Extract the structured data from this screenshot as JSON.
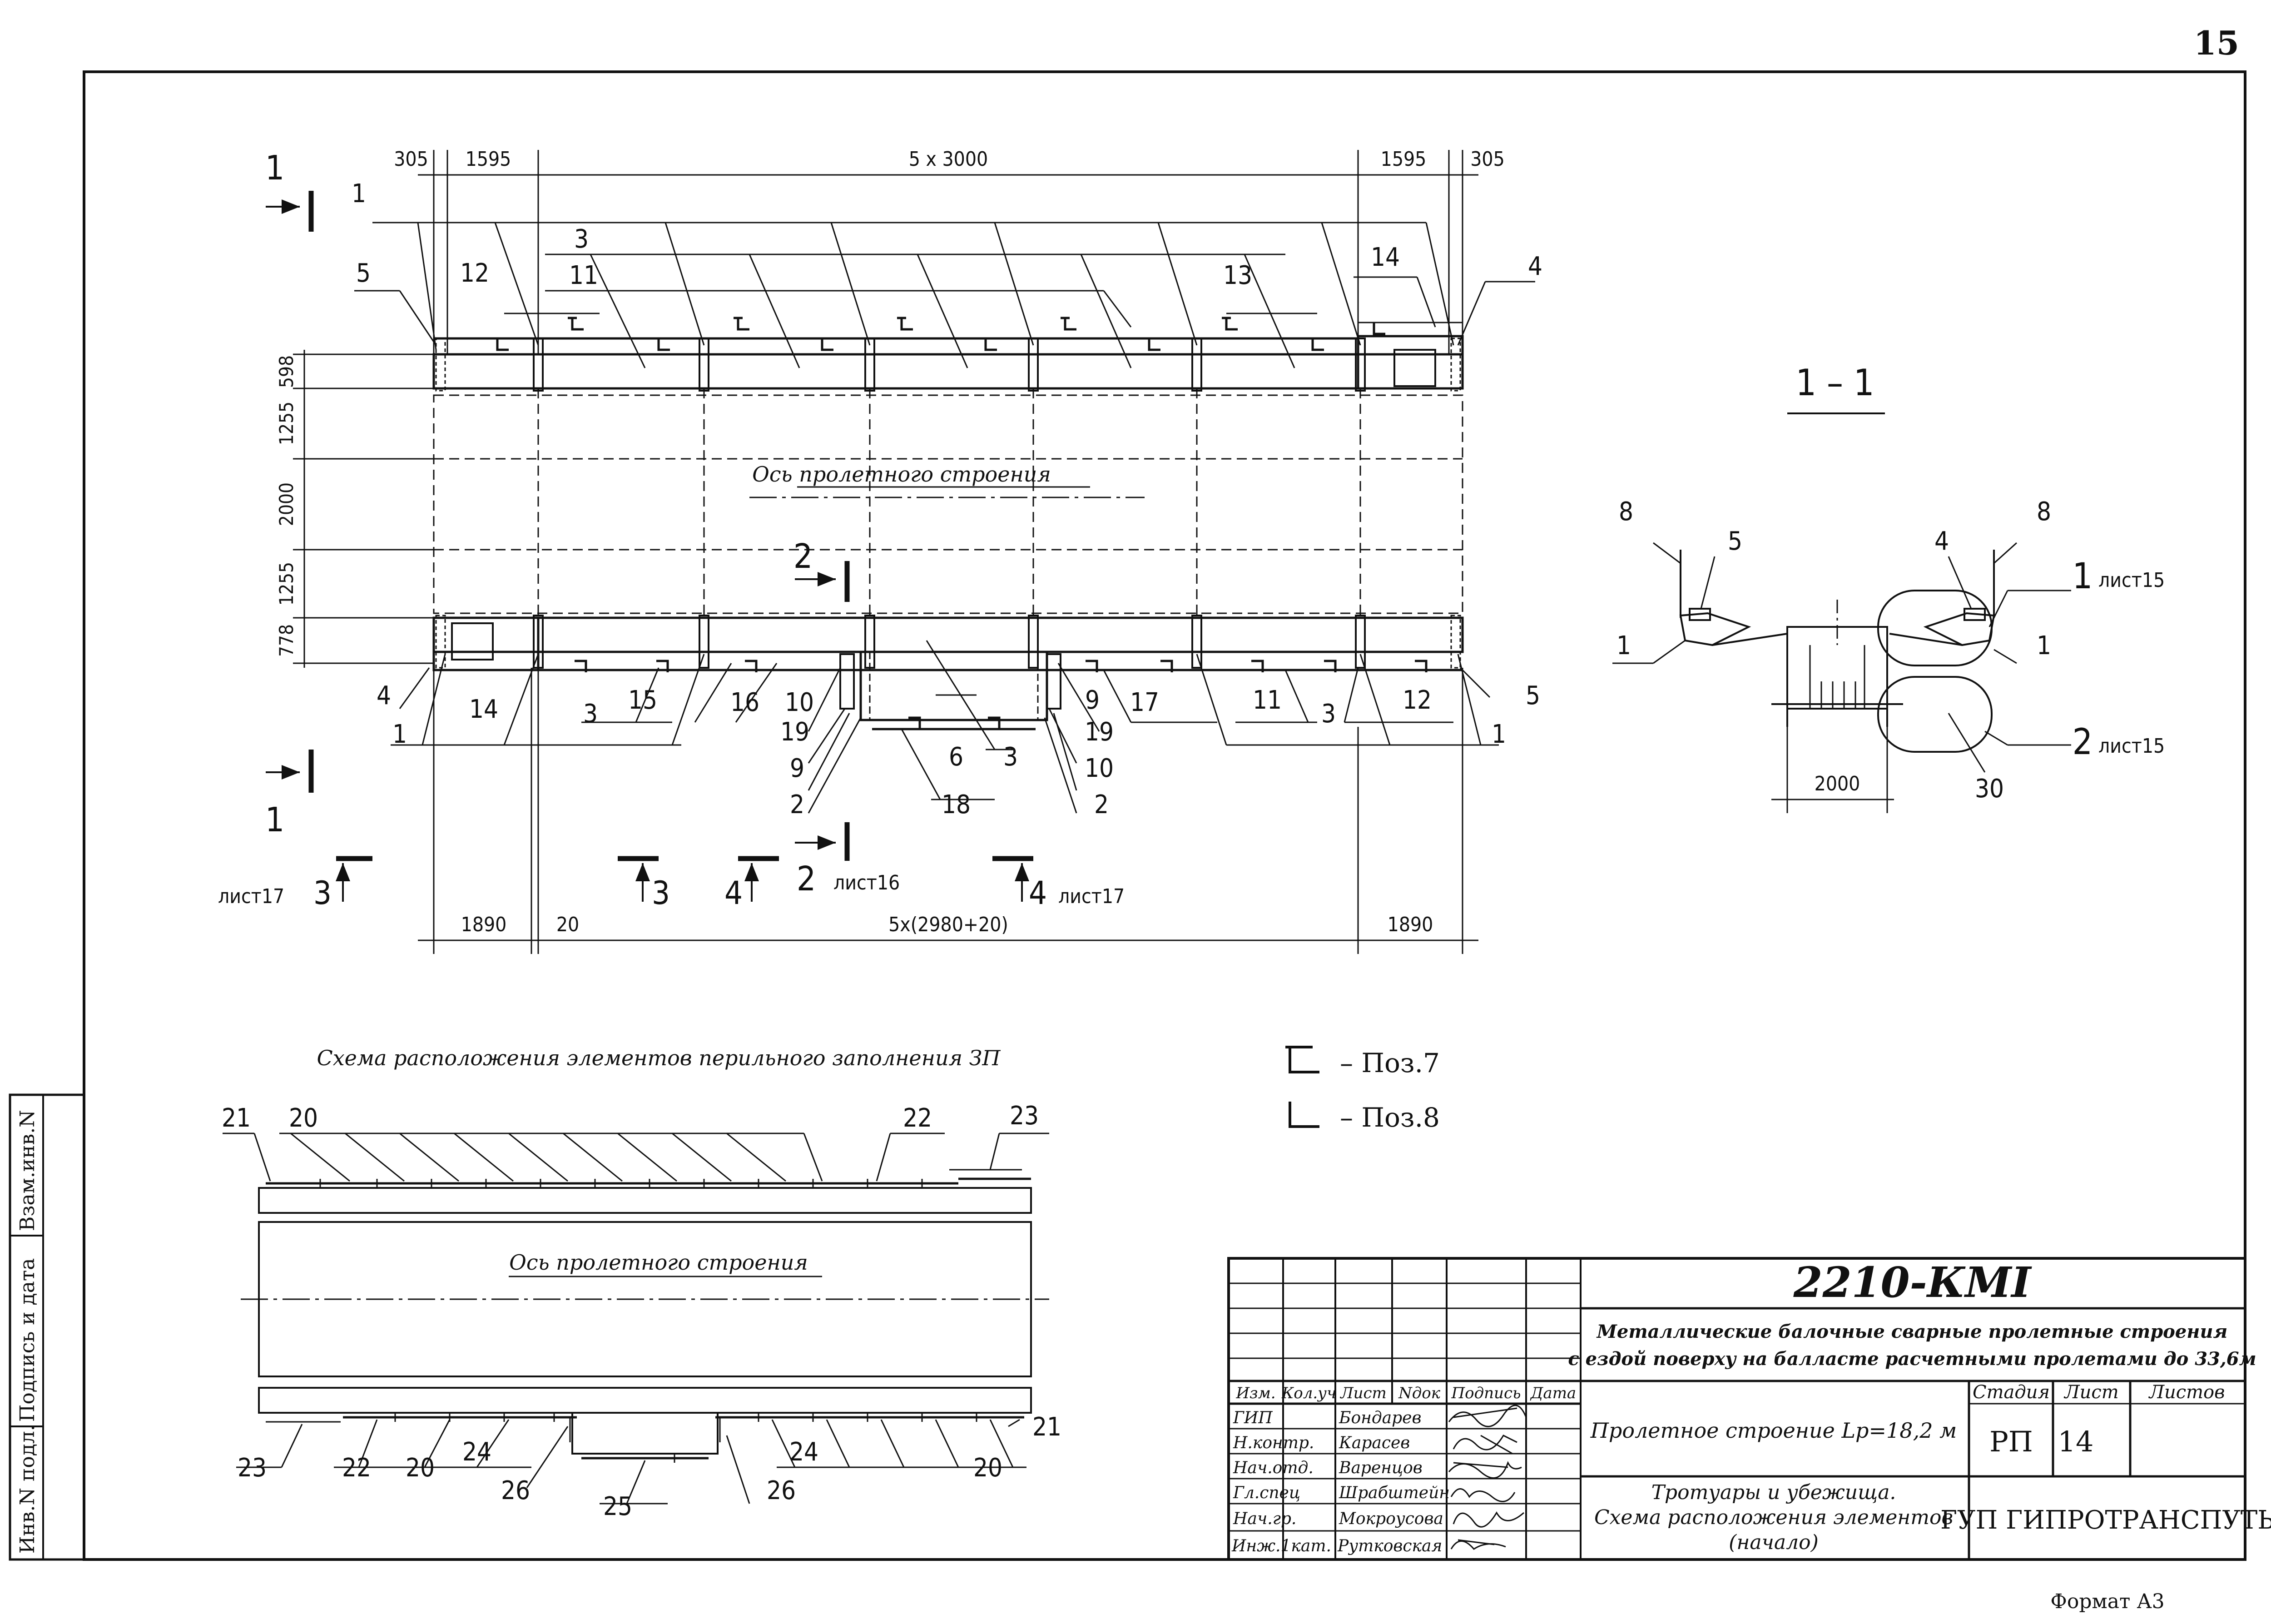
{
  "sheet": {
    "page_number": "15",
    "format": "Формат А3"
  },
  "plan": {
    "dims_top": [
      "305",
      "1595",
      "5 x 3000",
      "1595",
      "305"
    ],
    "dims_left": [
      "598",
      "1255",
      "2000",
      "1255",
      "778"
    ],
    "dims_bottom": [
      "1890",
      "20",
      "5x(2980+20)",
      "1890"
    ],
    "axis_label": "Ось пролетного строения",
    "callouts_top": [
      "1",
      "5",
      "12",
      "3",
      "11",
      "13",
      "14",
      "4"
    ],
    "callouts_bottom": [
      "4",
      "1",
      "14",
      "3",
      "15",
      "16",
      "10",
      "19",
      "9",
      "2",
      "6",
      "3",
      "18",
      "9",
      "19",
      "10",
      "2",
      "17",
      "11",
      "3",
      "12",
      "5",
      "1"
    ],
    "section_1_top": "1",
    "section_1_bottom": "1",
    "section_2_top": "2",
    "section_2_bottom": "2",
    "section_2_sheet": "лист16",
    "section_3_left": "3",
    "section_3_sheet": "лист17",
    "section_3_mid": "3",
    "section_4_left": "4",
    "section_4_right": "4",
    "section_4_sheet": "лист17"
  },
  "section11": {
    "title": "1 – 1",
    "labels": [
      "8",
      "5",
      "4",
      "8",
      "1",
      "1",
      "30",
      "1",
      "2"
    ],
    "ref1_num": "1",
    "ref1_sheet": "лист15",
    "ref2_num": "2",
    "ref2_sheet": "лист15",
    "dim": "2000"
  },
  "legend": {
    "items": [
      {
        "symbol": "T-angle",
        "text": "– Поз.7"
      },
      {
        "symbol": "L-angle",
        "text": "– Поз.8"
      }
    ]
  },
  "railing_scheme": {
    "title": "Схема расположения элементов перильного заполнения ЗП",
    "axis_label": "Ось пролетного строения",
    "labels_top": [
      "21",
      "20",
      "22",
      "23"
    ],
    "labels_bottom": [
      "23",
      "22",
      "20",
      "24",
      "26",
      "25",
      "26",
      "24",
      "20",
      "21"
    ]
  },
  "side_stamp": {
    "labels": [
      "Инв.N подл.",
      "Подпись и дата",
      "Взам.инв.N"
    ]
  },
  "title_block": {
    "code": "2210-КМI",
    "project_line1": "Металлические балочные сварные пролетные строения",
    "project_line2": "с ездой поверху на балласте расчетными пролетами до 33,6м",
    "object": "Пролетное строение Lр=18,2 м",
    "sheet_title_line1": "Тротуары и убежища.",
    "sheet_title_line2": "Схема расположения элементов",
    "sheet_title_line3": "(начало)",
    "stage_header": "Стадия",
    "sheet_header": "Лист",
    "sheets_header": "Листов",
    "stage": "РП",
    "sheet": "14",
    "sheets": "",
    "organization": "ГУП ГИПРОТРАНСПУТЬ",
    "col_headers": [
      "Изм.",
      "Кол.уч",
      "Лист",
      "Nдок",
      "Подпись",
      "Дата"
    ],
    "people": [
      {
        "role": "ГИП",
        "name": "Бондарев"
      },
      {
        "role": "Н.контр.",
        "name": "Карасев"
      },
      {
        "role": "Нач.отд.",
        "name": "Варенцов"
      },
      {
        "role": "Гл.спец",
        "name": "Шрабштейн"
      },
      {
        "role": "Нач.гр.",
        "name": "Мокроусова"
      },
      {
        "role": "Инж.1кат.",
        "name": "Рутковская"
      }
    ]
  }
}
